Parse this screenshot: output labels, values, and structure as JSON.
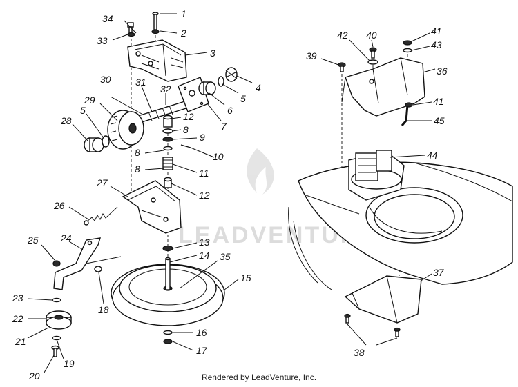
{
  "watermark": "LEADVENTURE",
  "footer": "Rendered by LeadVenture, Inc.",
  "callouts": [
    "1",
    "2",
    "3",
    "4",
    "5",
    "6",
    "7",
    "8",
    "9",
    "10",
    "11",
    "12",
    "13",
    "14",
    "15",
    "16",
    "17",
    "18",
    "19",
    "20",
    "21",
    "22",
    "23",
    "24",
    "25",
    "26",
    "27",
    "28",
    "29",
    "5",
    "30",
    "31",
    "32",
    "12",
    "8",
    "8",
    "33",
    "34",
    "35",
    "36",
    "37",
    "38",
    "39",
    "40",
    "41",
    "41",
    "42",
    "43",
    "44",
    "45"
  ]
}
